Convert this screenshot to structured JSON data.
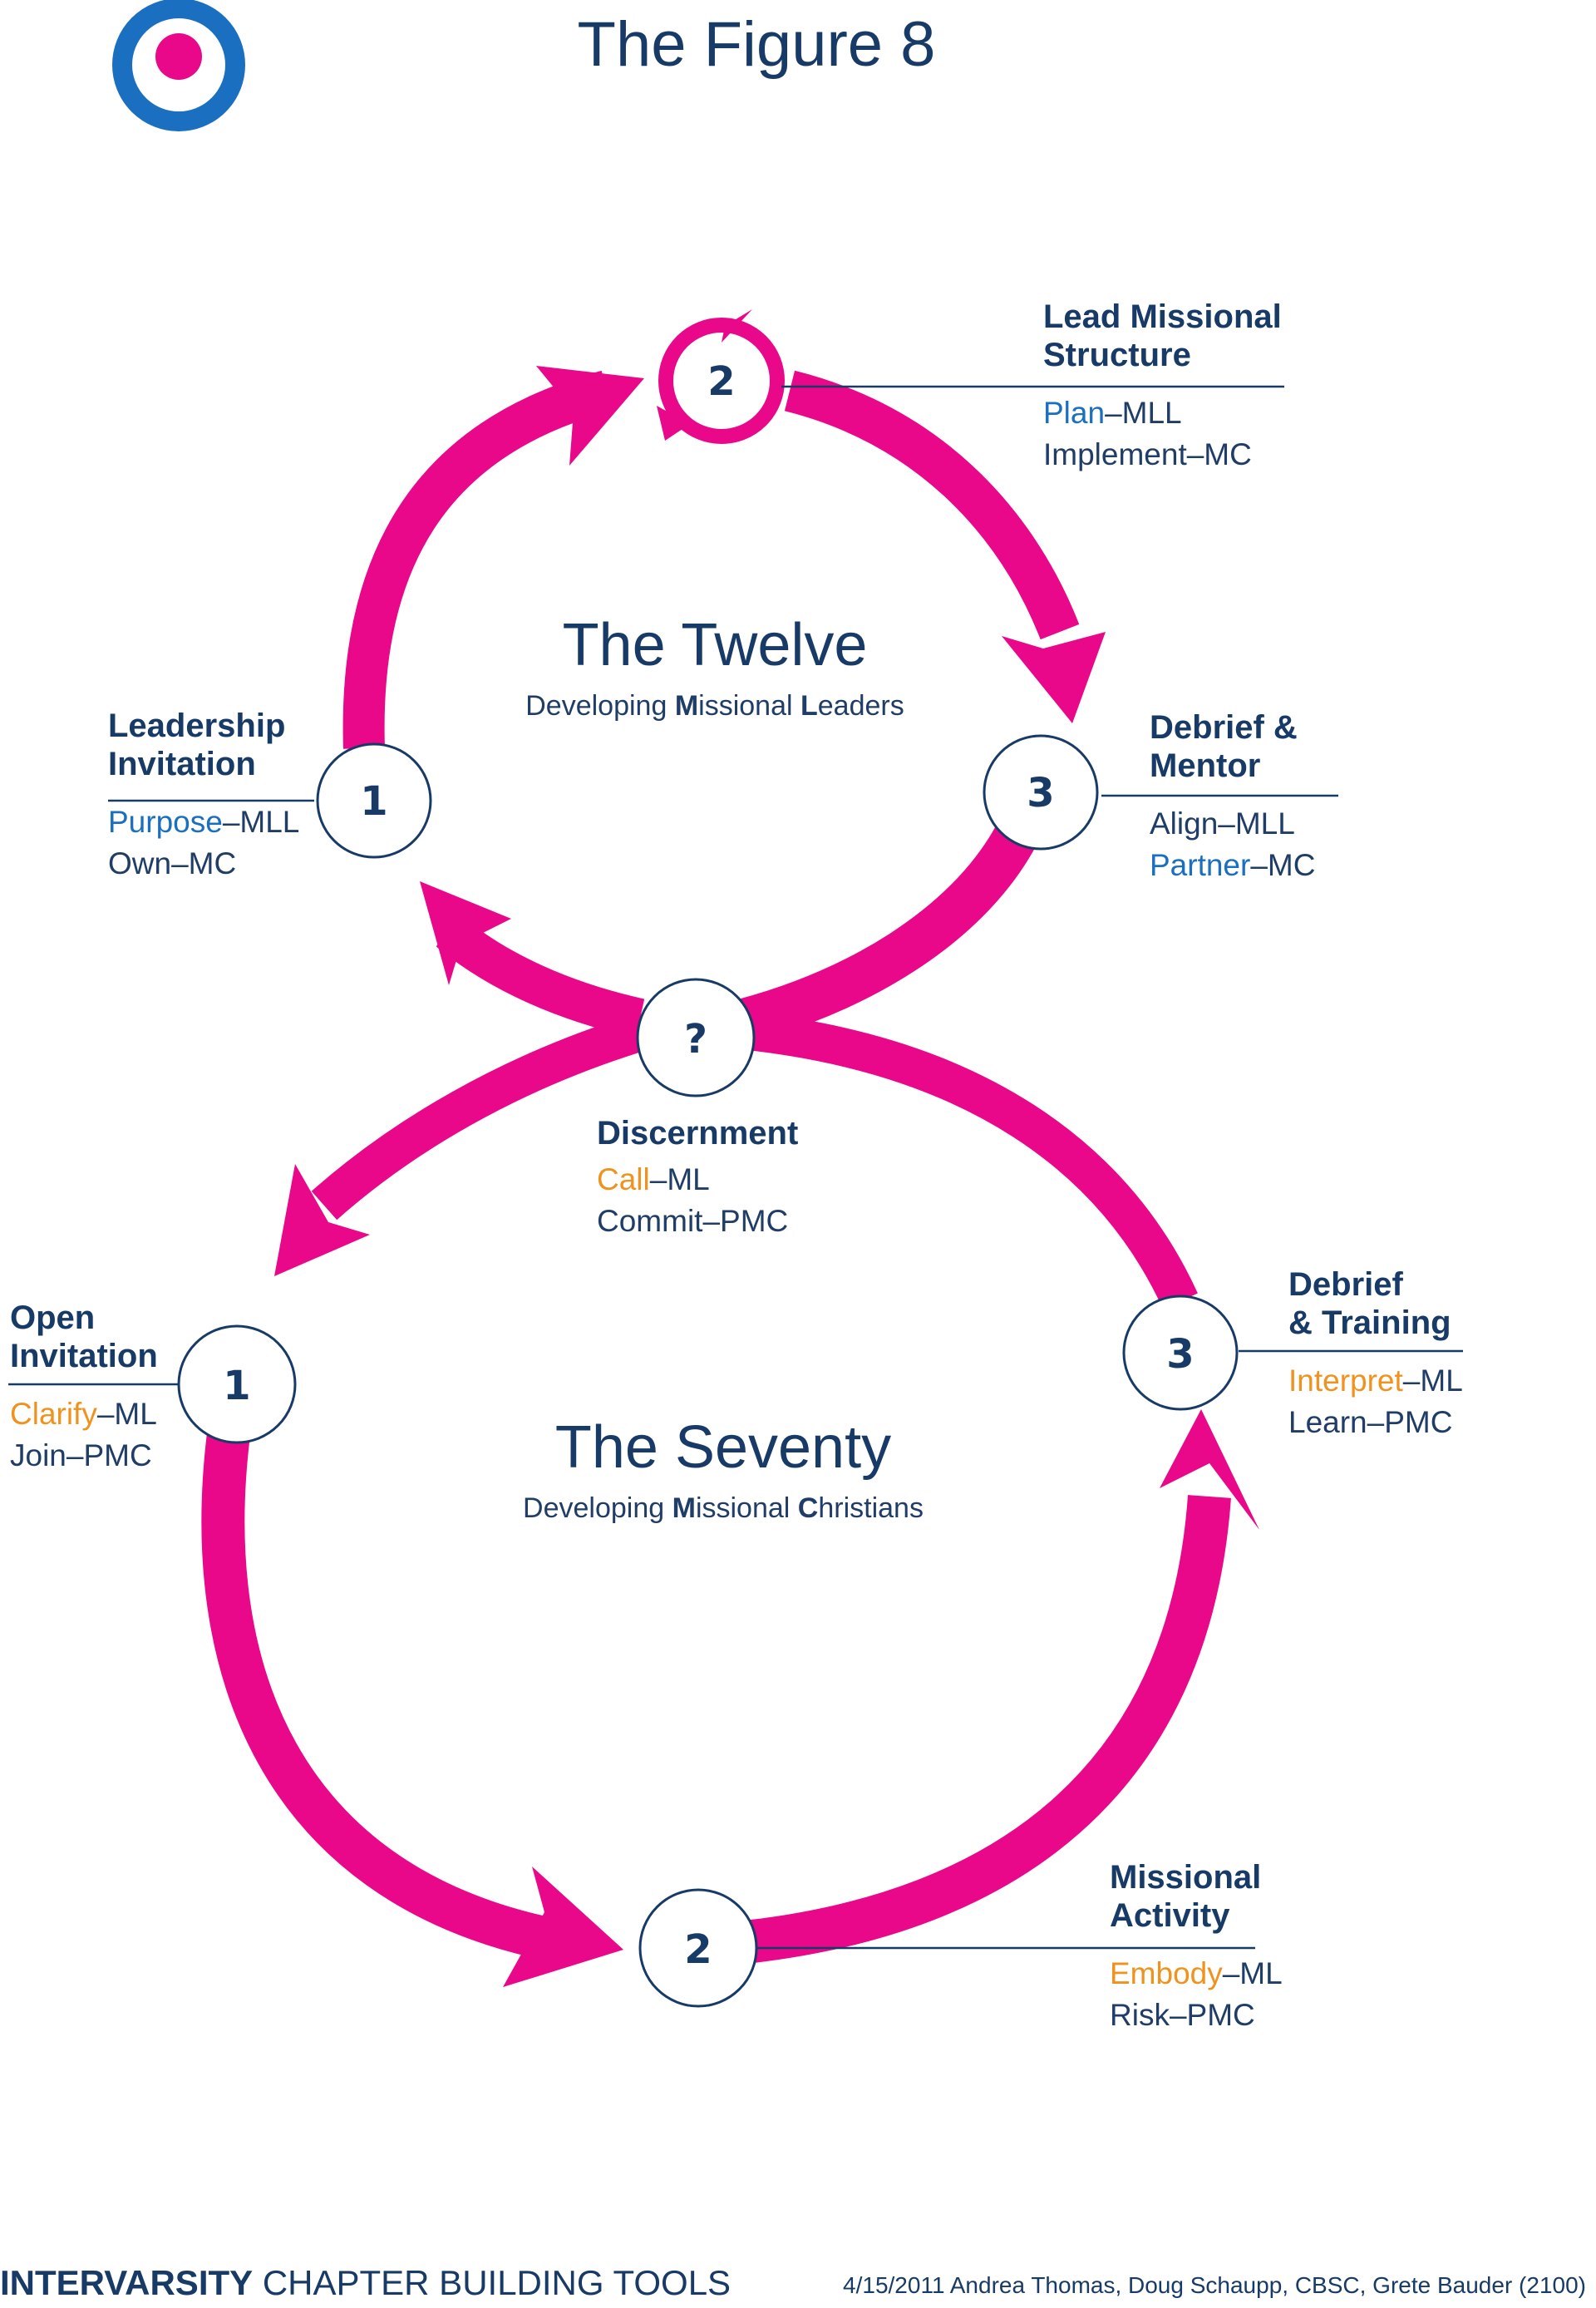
{
  "title": "The Figure 8",
  "colors": {
    "loop": "#e9078a",
    "navy": "#173a66",
    "blue": "#1a6fc0",
    "orange": "#f0921e"
  },
  "logo": {
    "name": "target-logo-icon"
  },
  "upper_loop": {
    "name": "The Twelve",
    "tagline_parts": [
      "Developing ",
      "M",
      "issional ",
      "L",
      "eaders"
    ]
  },
  "lower_loop": {
    "name": "The Seventy",
    "tagline_parts": [
      "Developing ",
      "M",
      "issional ",
      "C",
      "hristians"
    ]
  },
  "nodes": {
    "upper_1": {
      "number": "1",
      "heading_lines": [
        "Leadership",
        "Invitation"
      ],
      "line1_key": "Purpose",
      "line1_rest": "–MLL",
      "line2": "Own–MC"
    },
    "upper_2": {
      "number": "2",
      "heading_lines": [
        "Lead Missional",
        "Structure"
      ],
      "line1_key": "Plan",
      "line1_rest": "–MLL",
      "line2": "Implement–MC"
    },
    "upper_3": {
      "number": "3",
      "heading_lines": [
        "Debrief &",
        "Mentor"
      ],
      "line1": "Align–MLL",
      "line2_key": "Partner",
      "line2_rest": "–MC"
    },
    "center": {
      "number": "?",
      "heading": "Discernment",
      "line1_key": "Call",
      "line1_rest": "–ML",
      "line2": "Commit–PMC"
    },
    "lower_1": {
      "number": "1",
      "heading_lines": [
        "Open",
        "Invitation"
      ],
      "line1_key": "Clarify",
      "line1_rest": "–ML",
      "line2": "Join–PMC"
    },
    "lower_2": {
      "number": "2",
      "heading_lines": [
        "Missional",
        "Activity"
      ],
      "line1_key": "Embody",
      "line1_rest": "–ML",
      "line2": "Risk–PMC"
    },
    "lower_3": {
      "number": "3",
      "heading_lines": [
        "Debrief",
        "& Training"
      ],
      "line1_key": "Interpret",
      "line1_rest": "–ML",
      "line2": "Learn–PMC"
    }
  },
  "footer": {
    "brand": "INTERVARSITY",
    "tools": " CHAPTER BUILDING TOOLS",
    "credits": "4/15/2011 Andrea Thomas, Doug Schaupp, CBSC, Grete Bauder (2100)"
  }
}
